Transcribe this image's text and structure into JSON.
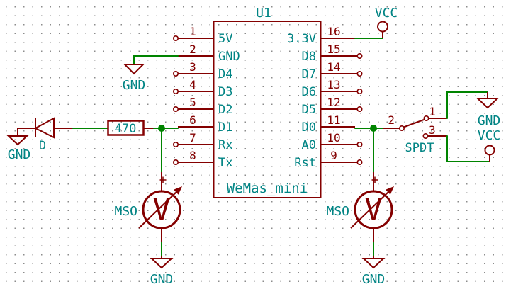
{
  "schematic": {
    "ic": {
      "ref": "U1",
      "value": "WeMas_mini",
      "left_pins": [
        {
          "num": "1",
          "name": "5V"
        },
        {
          "num": "2",
          "name": "GND"
        },
        {
          "num": "3",
          "name": "D4"
        },
        {
          "num": "4",
          "name": "D3"
        },
        {
          "num": "5",
          "name": "D2"
        },
        {
          "num": "6",
          "name": "D1"
        },
        {
          "num": "7",
          "name": "Rx"
        },
        {
          "num": "8",
          "name": "Tx"
        }
      ],
      "right_pins": [
        {
          "num": "16",
          "name": "3.3V"
        },
        {
          "num": "15",
          "name": "D8"
        },
        {
          "num": "14",
          "name": "D7"
        },
        {
          "num": "13",
          "name": "D6"
        },
        {
          "num": "12",
          "name": "D5"
        },
        {
          "num": "11",
          "name": "D0"
        },
        {
          "num": "10",
          "name": "A0"
        },
        {
          "num": "9",
          "name": "Rst"
        }
      ]
    },
    "resistor": {
      "value": "470"
    },
    "diode": {
      "ref": "D"
    },
    "spdt_switch": {
      "ref": "SPDT",
      "pin_top": "1",
      "pin_common": "2",
      "pin_bottom": "3"
    },
    "meter_left": {
      "ref": "MSO",
      "symbol": "V",
      "polarity": "+"
    },
    "meter_right": {
      "ref": "MSO",
      "symbol": "V",
      "polarity": "+"
    },
    "power": {
      "vcc_top": "VCC",
      "gnd_ic_pin2": "GND",
      "gnd_diode": "GND",
      "gnd_switch": "GND",
      "vcc_switch": "VCC",
      "gnd_meter_left": "GND",
      "gnd_meter_right": "GND"
    },
    "colors": {
      "wire_green": "#008400",
      "component_maroon": "#840000",
      "label_teal": "#008484"
    }
  }
}
